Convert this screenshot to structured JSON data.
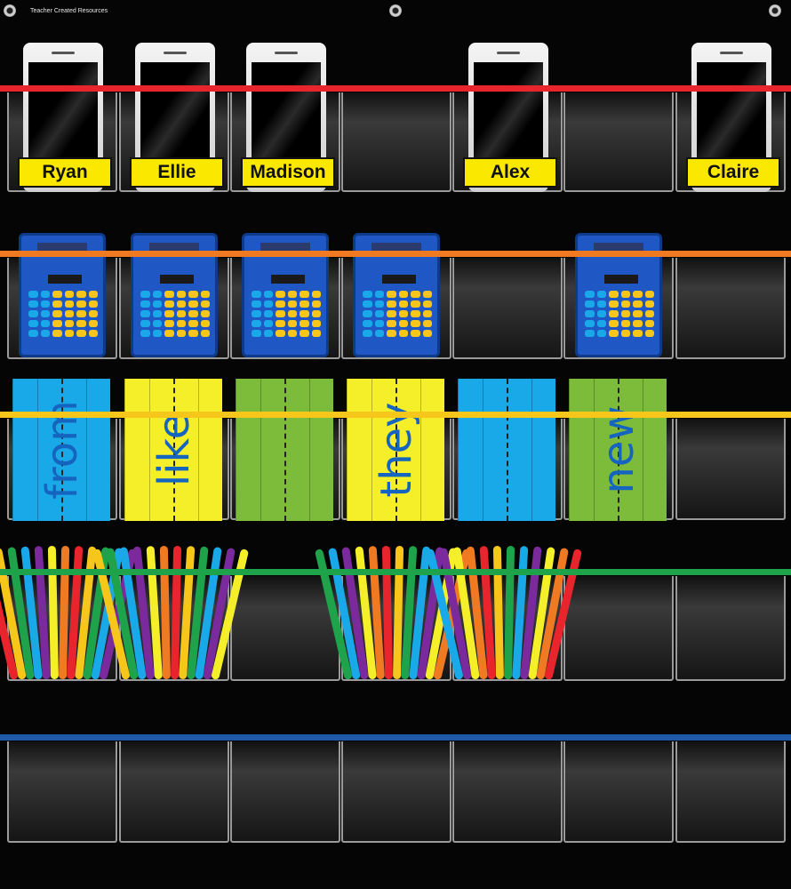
{
  "chart": {
    "brand": "Teacher Created Resources",
    "rows": 5,
    "pockets_per_row": 7
  },
  "stripes": [
    {
      "name": "red",
      "color": "#e8242c"
    },
    {
      "name": "orange",
      "color": "#f07a22"
    },
    {
      "name": "yellow",
      "color": "#f7c61a"
    },
    {
      "name": "green",
      "color": "#1ea34a"
    },
    {
      "name": "blue",
      "color": "#1e5aa8"
    }
  ],
  "row1_phones": [
    {
      "pocket": 0,
      "name": "Ryan"
    },
    {
      "pocket": 1,
      "name": "Ellie"
    },
    {
      "pocket": 2,
      "name": "Madison"
    },
    {
      "pocket": 4,
      "name": "Alex"
    },
    {
      "pocket": 6,
      "name": "Claire"
    }
  ],
  "row2_calculators": [
    {
      "pocket": 0
    },
    {
      "pocket": 1
    },
    {
      "pocket": 2
    },
    {
      "pocket": 3
    },
    {
      "pocket": 5
    }
  ],
  "row3_cards": [
    {
      "pocket": 0,
      "word": "from",
      "color": "#1aa9e8"
    },
    {
      "pocket": 1,
      "word": "like",
      "color": "#f5ef2a"
    },
    {
      "pocket": 2,
      "word": "",
      "color": "#7dbb3a"
    },
    {
      "pocket": 3,
      "word": "they",
      "color": "#f5ef2a"
    },
    {
      "pocket": 4,
      "word": "",
      "color": "#1aa9e8"
    },
    {
      "pocket": 5,
      "word": "new",
      "color": "#7dbb3a"
    }
  ],
  "row4_sticks": [
    {
      "pocket": 0
    },
    {
      "pocket": 1
    },
    {
      "pocket": 3
    },
    {
      "pocket": 4
    }
  ],
  "stick_colors": [
    "#e8242c",
    "#f7c61a",
    "#1ea34a",
    "#1aa9e8",
    "#7b2a9e",
    "#f5ef2a",
    "#f07a22"
  ]
}
